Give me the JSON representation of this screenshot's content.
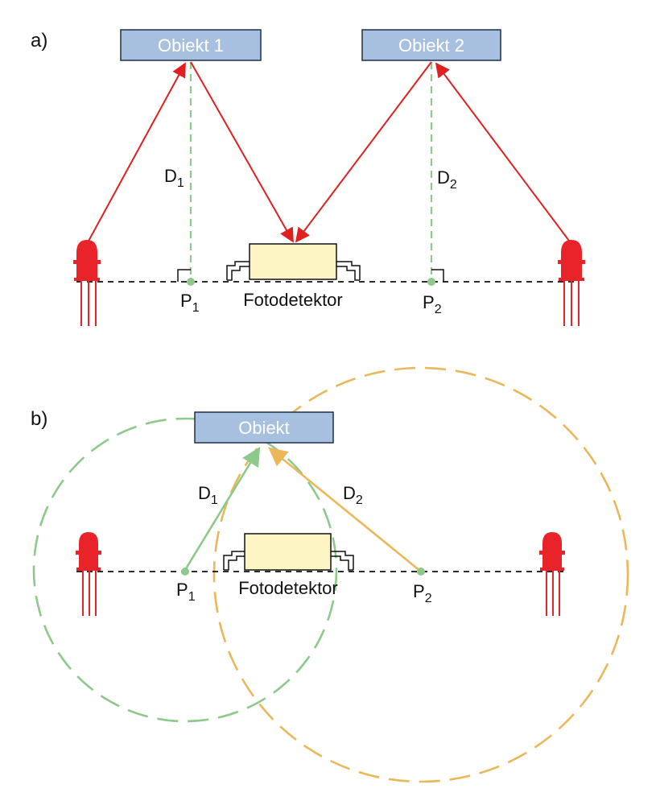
{
  "panel_a": {
    "label": "a)",
    "objects": [
      "Obiekt 1",
      "Obiekt 2"
    ],
    "detector_label": "Fotodetektor",
    "d1": {
      "main": "D",
      "sub": "1"
    },
    "d2": {
      "main": "D",
      "sub": "2"
    },
    "p1": {
      "main": "P",
      "sub": "1"
    },
    "p2": {
      "main": "P",
      "sub": "2"
    }
  },
  "panel_b": {
    "label": "b)",
    "object": "Obiekt",
    "detector_label": "Fotodetektor",
    "d1": {
      "main": "D",
      "sub": "1"
    },
    "d2": {
      "main": "D",
      "sub": "2"
    },
    "p1": {
      "main": "P",
      "sub": "1"
    },
    "p2": {
      "main": "P",
      "sub": "2"
    }
  },
  "colors": {
    "object_fill": "#a7c0e0",
    "object_stroke": "#1f2f4f",
    "detector_fill": "#fdf5c4",
    "led_red": "#e8242a",
    "ray_red": "#e02020",
    "green": "#8cc98a",
    "orange": "#eab85a",
    "baseline": "#111111"
  }
}
